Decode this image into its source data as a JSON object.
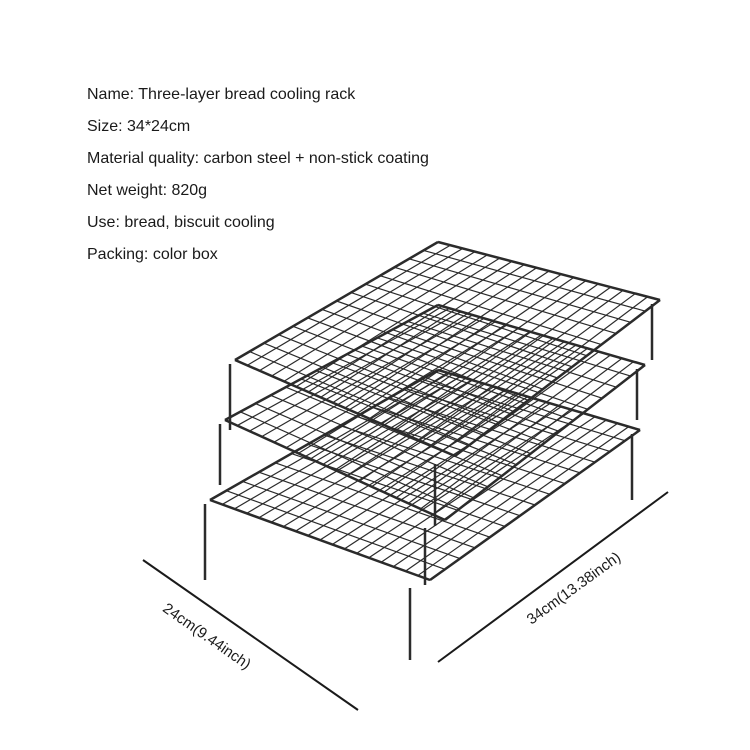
{
  "specs": {
    "name": "Name: Three-layer bread cooling rack",
    "size": "Size: 34*24cm",
    "material": "Material quality: carbon steel + non-stick coating",
    "weight": "Net weight: 820g",
    "use": "Use: bread, biscuit cooling",
    "packing": "Packing: color box"
  },
  "dimensions": {
    "width_label": "24cm(9.44inch)",
    "length_label": "34cm(13.38inch)"
  },
  "colors": {
    "wire": "#2b2b2b",
    "text": "#1a1a1a",
    "background": "#ffffff"
  }
}
